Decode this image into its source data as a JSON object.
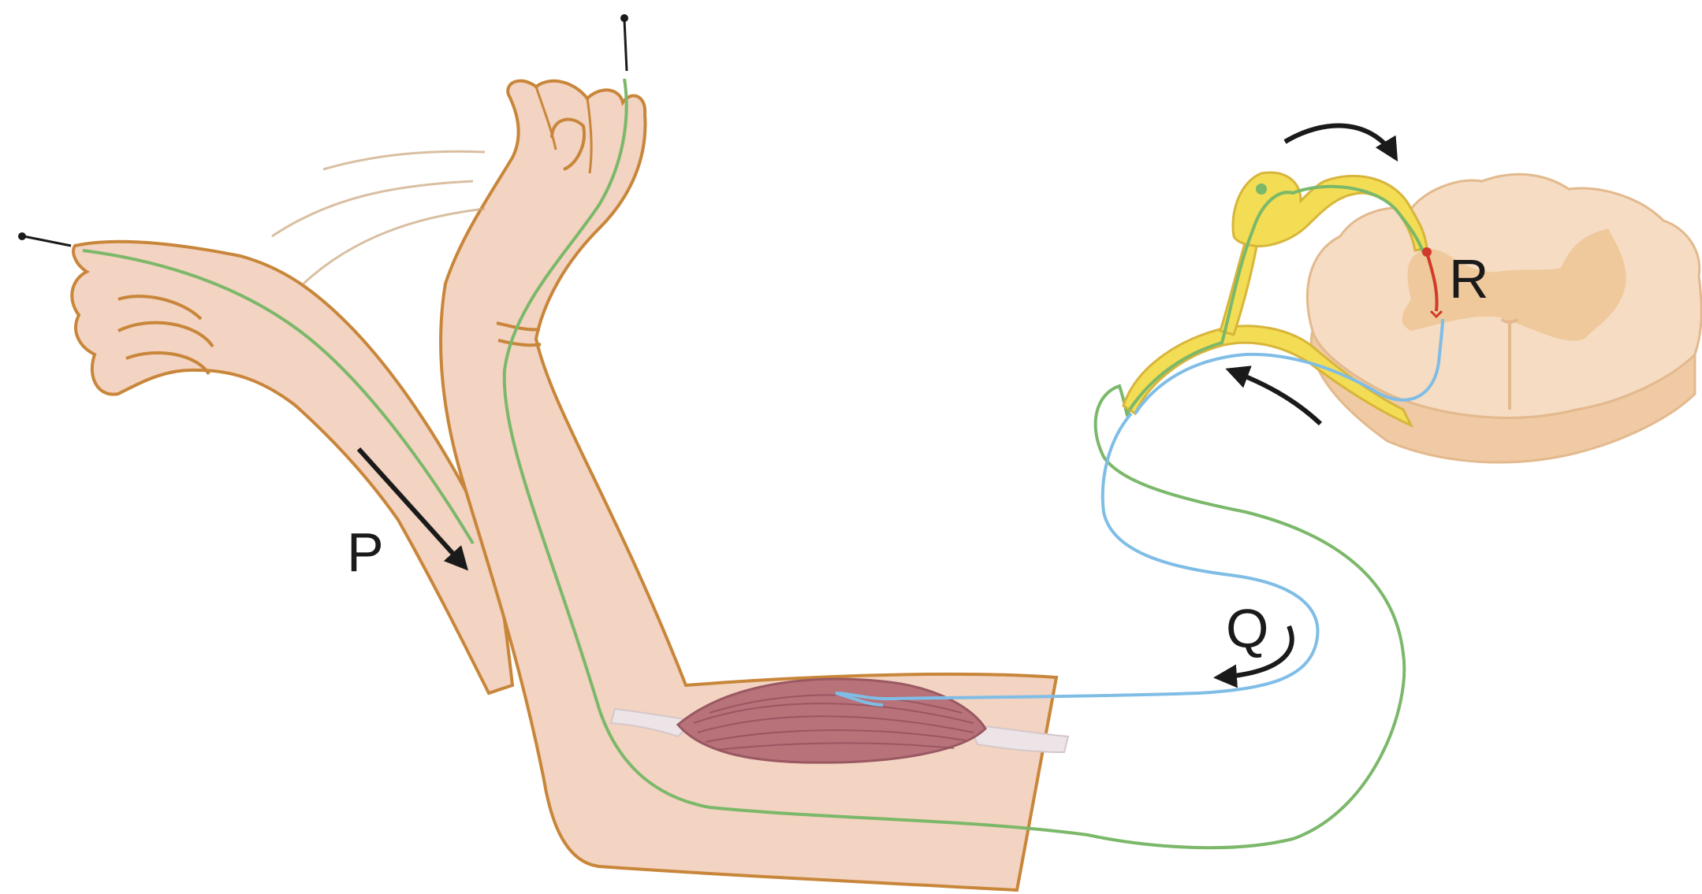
{
  "labels": {
    "p": "P",
    "q": "Q",
    "r": "R"
  },
  "colors": {
    "skin_fill": "#f3d3c1",
    "skin_outline": "#c8863a",
    "muscle_fill": "#b7727a",
    "muscle_stripe": "#8f4d58",
    "tendon": "#ece4e6",
    "sensory_nerve": "#7bb86a",
    "motor_nerve": "#7fbde6",
    "interneuron": "#d13a2a",
    "ganglion_fill": "#f2dd55",
    "ganglion_outline": "#d8b53a",
    "spinal_cord_fill": "#f5dcc2",
    "spinal_cord_outline": "#e3b98d",
    "grey_matter": "#efc99c",
    "arrow": "#1a1a1a",
    "pin": "#1a1a1a",
    "motion_lines": "#c9a57a"
  },
  "icons": {
    "pin_hand_raised": "pin-icon",
    "pin_hand_withdrawn": "pin-icon",
    "arrow_p": "arrow-down-right-icon",
    "arrow_q": "curved-arrow-icon",
    "arrow_dorsal": "curved-arrow-icon",
    "arrow_ventral": "arrow-up-left-icon"
  }
}
